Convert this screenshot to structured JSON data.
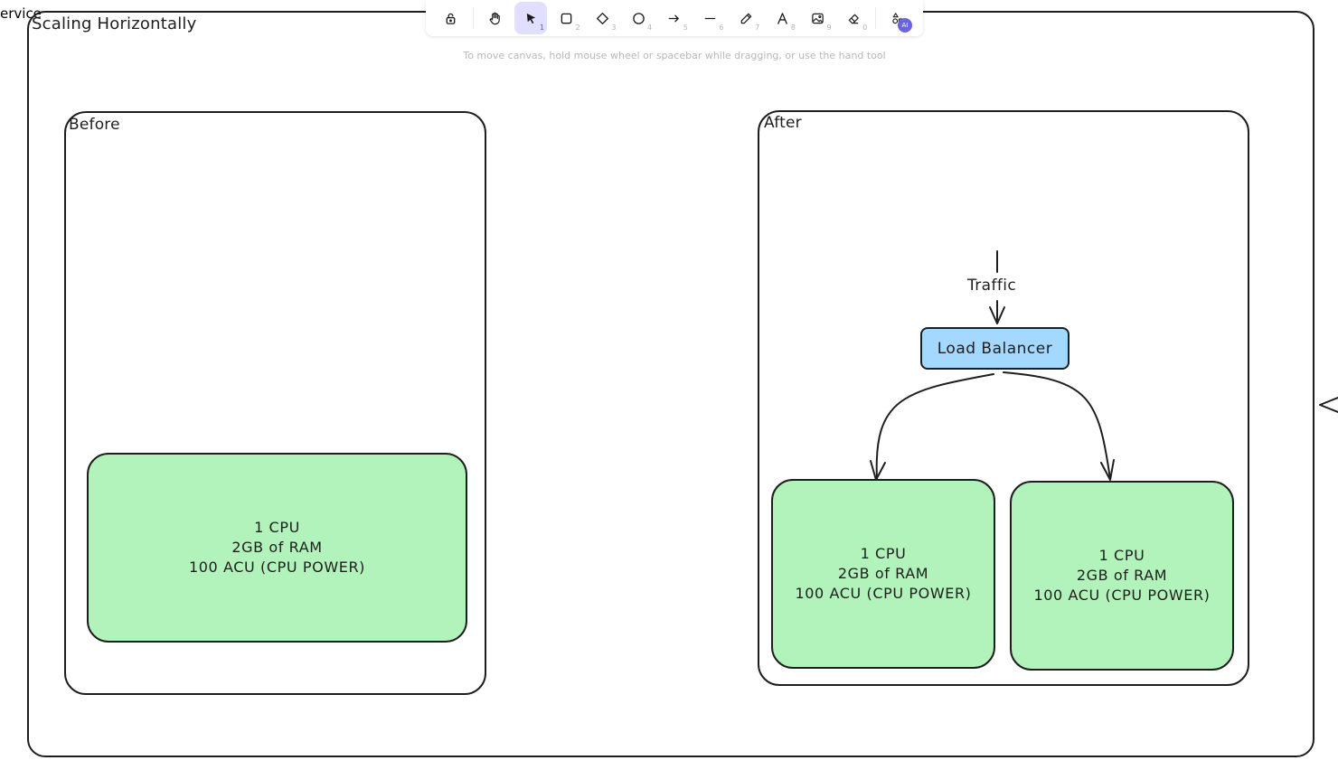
{
  "frame": {
    "name": "ervice",
    "title": "Scaling Horizontally"
  },
  "before": {
    "label": "Before",
    "server": {
      "lines": [
        "1 CPU",
        "2GB of RAM",
        "100 ACU (CPU POWER)"
      ]
    }
  },
  "after": {
    "label": "After",
    "traffic_label": "Traffic",
    "load_balancer_label": "Load Balancer",
    "servers": [
      {
        "lines": [
          "1 CPU",
          "2GB of RAM",
          "100 ACU (CPU POWER)"
        ]
      },
      {
        "lines": [
          "1 CPU",
          "2GB of RAM",
          "100 ACU (CPU POWER)"
        ]
      }
    ]
  },
  "toolbar": {
    "tools": [
      {
        "name": "lock",
        "key": ""
      },
      {
        "name": "hand",
        "key": ""
      },
      {
        "name": "selection",
        "key": "1",
        "active": true
      },
      {
        "name": "rectangle",
        "key": "2"
      },
      {
        "name": "diamond",
        "key": "3"
      },
      {
        "name": "ellipse",
        "key": "4"
      },
      {
        "name": "arrow",
        "key": "5"
      },
      {
        "name": "line",
        "key": "6"
      },
      {
        "name": "draw",
        "key": "7"
      },
      {
        "name": "text",
        "key": "8"
      },
      {
        "name": "image",
        "key": "9"
      },
      {
        "name": "eraser",
        "key": "0"
      },
      {
        "name": "more-tools",
        "badge": "AI"
      }
    ]
  },
  "hint": "To move canvas, hold mouse wheel or spacebar while dragging, or use the hand tool",
  "colors": {
    "stroke": "#1e1e1e",
    "server_fill": "#b2f2bb",
    "load_balancer_fill": "#a5d8ff",
    "active_tool": "#e0dfff",
    "accent": "#6965db"
  }
}
